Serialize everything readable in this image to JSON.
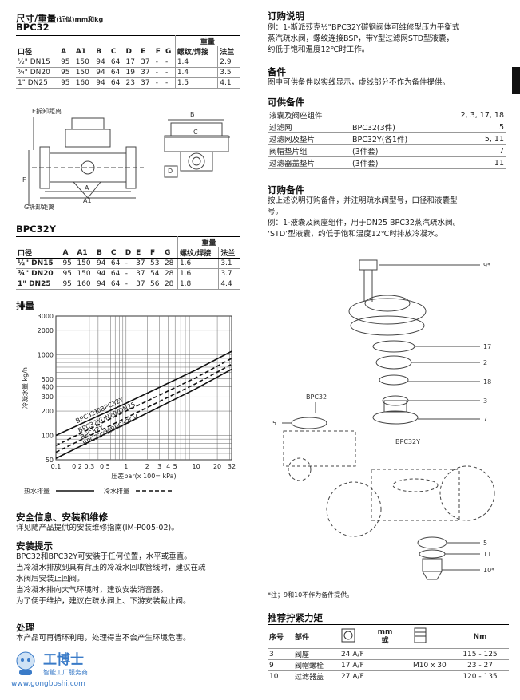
{
  "dims": {
    "title": "尺寸/重量",
    "title_small": "(近似)mm和kg",
    "bpc32": {
      "label": "BPC32",
      "weight_header": "重量",
      "headers": [
        "口径",
        "A",
        "A1",
        "B",
        "C",
        "D",
        "E",
        "F",
        "G",
        "螺纹/焊接",
        "法兰"
      ],
      "rows": [
        [
          "½\" DN15",
          "95",
          "150",
          "94",
          "64",
          "17",
          "37",
          "-",
          "-",
          "1.4",
          "2.9"
        ],
        [
          "¾\" DN20",
          "95",
          "150",
          "94",
          "64",
          "19",
          "37",
          "-",
          "-",
          "1.4",
          "3.5"
        ],
        [
          "1\" DN25",
          "95",
          "160",
          "94",
          "64",
          "23",
          "37",
          "-",
          "-",
          "1.5",
          "4.1"
        ]
      ]
    },
    "bpc32y": {
      "label": "BPC32Y",
      "weight_header": "重量",
      "headers": [
        "口径",
        "A",
        "A1",
        "B",
        "C",
        "D",
        "E",
        "F",
        "G",
        "螺纹/焊接",
        "法兰"
      ],
      "rows": [
        [
          "½\" DN15",
          "95",
          "150",
          "94",
          "64",
          "-",
          "37",
          "53",
          "28",
          "1.6",
          "3.1"
        ],
        [
          "¾\" DN20",
          "95",
          "150",
          "94",
          "64",
          "-",
          "37",
          "54",
          "28",
          "1.6",
          "3.7"
        ],
        [
          "1\" DN25",
          "95",
          "160",
          "94",
          "64",
          "-",
          "37",
          "56",
          "28",
          "1.8",
          "4.4"
        ]
      ]
    },
    "drawing": {
      "e_label": "E拆卸距离",
      "g_label": "G拆卸距离",
      "letters": [
        "E",
        "F",
        "A",
        "A1",
        "G",
        "B",
        "C",
        "D"
      ]
    }
  },
  "discharge": {
    "title": "排量",
    "chart_data": {
      "type": "line",
      "log_x": true,
      "log_y": true,
      "ylabel": "冷凝水量 kg/h",
      "xlabel": "压差bar(x 100= kPa)",
      "x_ticks": [
        "0.1",
        "0.2",
        "0.3",
        "0.5",
        "1",
        "2",
        "3",
        "4",
        "5",
        "10",
        "20",
        "32"
      ],
      "y_ticks": [
        "3000",
        "2000",
        "1000",
        "500",
        "400",
        "300",
        "200",
        "100",
        "50"
      ],
      "xlim": [
        0.1,
        32
      ],
      "ylim": [
        50,
        3000
      ],
      "series": [
        {
          "name": "BPC32和BPC32Y",
          "style": "solid",
          "x": [
            0.1,
            1,
            10,
            32
          ],
          "y": [
            100,
            250,
            650,
            1100
          ]
        },
        {
          "name": "BPC32YDN20/DN25",
          "style": "dashed",
          "x": [
            0.1,
            1,
            10,
            32
          ],
          "y": [
            75,
            200,
            520,
            900
          ]
        },
        {
          "name": "BPC32Y",
          "style": "dashed",
          "x": [
            0.1,
            1,
            10,
            32
          ],
          "y": [
            62,
            165,
            440,
            760
          ]
        },
        {
          "name": "BPC32Y和BPC32CV",
          "style": "solid",
          "x": [
            0.1,
            1,
            10,
            32
          ],
          "y": [
            52,
            140,
            380,
            660
          ]
        }
      ],
      "legend": [
        {
          "label": "热水排量",
          "style": "solid"
        },
        {
          "label": "冷水排量",
          "style": "dashed"
        }
      ]
    }
  },
  "safety": {
    "title": "安全信息、安装和维修",
    "text": "详见随产品提供的安装维修指南(IM-P005-02)。"
  },
  "install": {
    "title": "安装提示",
    "lines": [
      "BPC32和BPC32Y可安装于任何位置，水平或垂直。",
      "当冷凝水排放到具有背压的冷凝水回收管线时，建议在疏",
      "水阀后安装止回阀。",
      "当冷凝水排向大气环境时，建议安装消音器。",
      "为了便于维护，建议在疏水阀上、下游安装截止阀。"
    ]
  },
  "disposal": {
    "title": "处理",
    "text": "本产品可再循环利用，处理得当不会产生环境危害。"
  },
  "order": {
    "title": "订购说明",
    "lines": [
      "例：1-斯派莎克½\"BPC32Y碳钢阀体可维修型压力平衡式",
      "蒸汽疏水阀，螺纹连接BSP，带Y型过滤网STD型液囊，",
      "约低于饱和温度12℃时工作。"
    ]
  },
  "spares_intro": {
    "title": "备件",
    "text": "图中可供备件以实线显示，虚线部分不作为备件提供。"
  },
  "available_spares": {
    "title": "可供备件",
    "rows": [
      [
        "液囊及阀座组件",
        "",
        "2, 3, 17, 18"
      ],
      [
        "过滤网",
        "BPC32(3件)",
        "5"
      ],
      [
        "过滤网及垫片",
        "BPC32Y(各1件)",
        "5, 11"
      ],
      [
        "阀帽垫片组",
        "(3件套)",
        "7"
      ],
      [
        "过滤器盖垫片",
        "(3件套)",
        "11"
      ]
    ]
  },
  "order_spares": {
    "title": "订购备件",
    "lines": [
      "按上述说明订购备件，并注明疏水阀型号，口径和液囊型",
      "号。",
      "例：1-液囊及阀座组件，用于DN25 BPC32蒸汽疏水阀。",
      "‘STD’型液囊，约低于饱和温度12℃时排放冷凝水。"
    ]
  },
  "exploded": {
    "callouts": [
      "9*",
      "17",
      "2",
      "18",
      "3",
      "7",
      "5",
      "5",
      "11",
      "10*"
    ],
    "bpc32_label": "BPC32",
    "bpc32y_label": "BPC32Y",
    "note": "*注；9和10不作为备件提供。"
  },
  "torque": {
    "title": "推荐拧紧力矩",
    "headers": [
      "序号",
      "部件",
      "mm",
      "或",
      "Nm"
    ],
    "rows": [
      [
        "3",
        "阀座",
        "24 A/F",
        "",
        "115 - 125"
      ],
      [
        "9",
        "阀帽螺栓",
        "17 A/F",
        "M10 x 30",
        "23 - 27"
      ],
      [
        "10",
        "过滤器盖",
        "27 A/F",
        "",
        "120 - 135"
      ]
    ]
  },
  "watermark": {
    "name": "工博士",
    "sub": "智能工厂服务商",
    "url": "www.gongboshi.com"
  },
  "colors": {
    "accent": "#111111",
    "watermark": "#3a7bc8"
  }
}
